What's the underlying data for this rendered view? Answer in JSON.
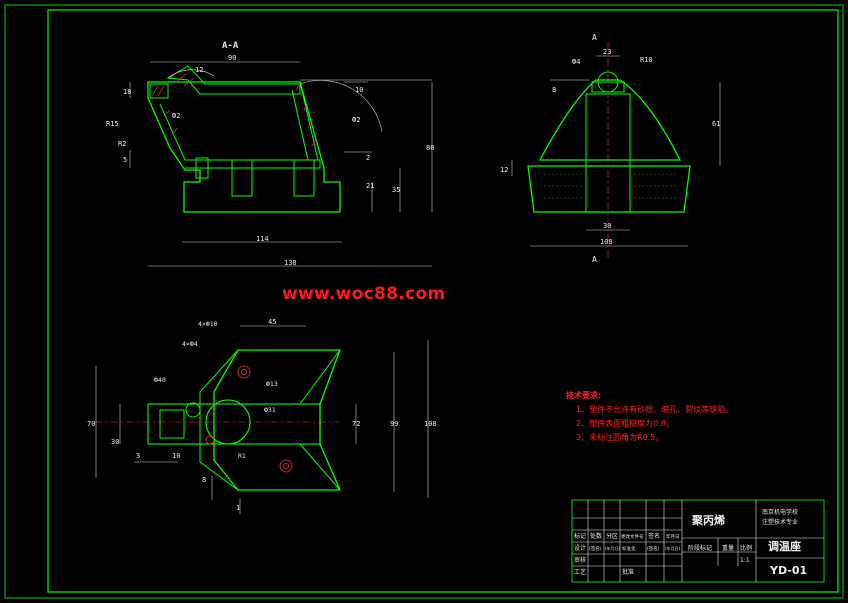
{
  "watermark": "www.woc88.com",
  "section_label": "A-A",
  "cut_label_top": "A",
  "cut_label_bottom": "A",
  "front_dims": [
    "90",
    "12",
    "18",
    "10",
    "R15",
    "Ф2",
    "Ф2",
    "5",
    "2",
    "21",
    "35",
    "80",
    "114",
    "138",
    "R2"
  ],
  "side_dims": [
    "23",
    "R10",
    "Ф4",
    "8",
    "61",
    "12",
    "30",
    "108"
  ],
  "top_dims": [
    "45",
    "4×Ф10",
    "4×Ф4",
    "Ф40",
    "Ф13",
    "Ф31",
    "72",
    "99",
    "108",
    "70",
    "30",
    "3",
    "10",
    "R1",
    "8",
    "1"
  ],
  "tech_notes": {
    "title": "技术要求:",
    "items": [
      "1、塑件不允许有砂眼、缩孔、裂纹等缺陷。",
      "2、塑件表面粗糙度为0.8。",
      "3、未标注圆角为R0.5。"
    ]
  },
  "title_block": {
    "material": "聚丙烯",
    "school": "南京机电学校\n注塑技术专业",
    "part_name": "调温座",
    "drawing_no": "YD-01",
    "scale": "1:1",
    "row_labels": [
      "标记",
      "处数",
      "分区",
      "更改文件号",
      "签名",
      "年月日"
    ],
    "row2": [
      "设计",
      "(签名)",
      "(年月日)",
      "标准化",
      "(签名)",
      "(年月日)"
    ],
    "stage_labels": [
      "阶段标记",
      "重量",
      "比例"
    ],
    "bottom_labels": [
      "审核",
      "工艺",
      "批准"
    ]
  }
}
